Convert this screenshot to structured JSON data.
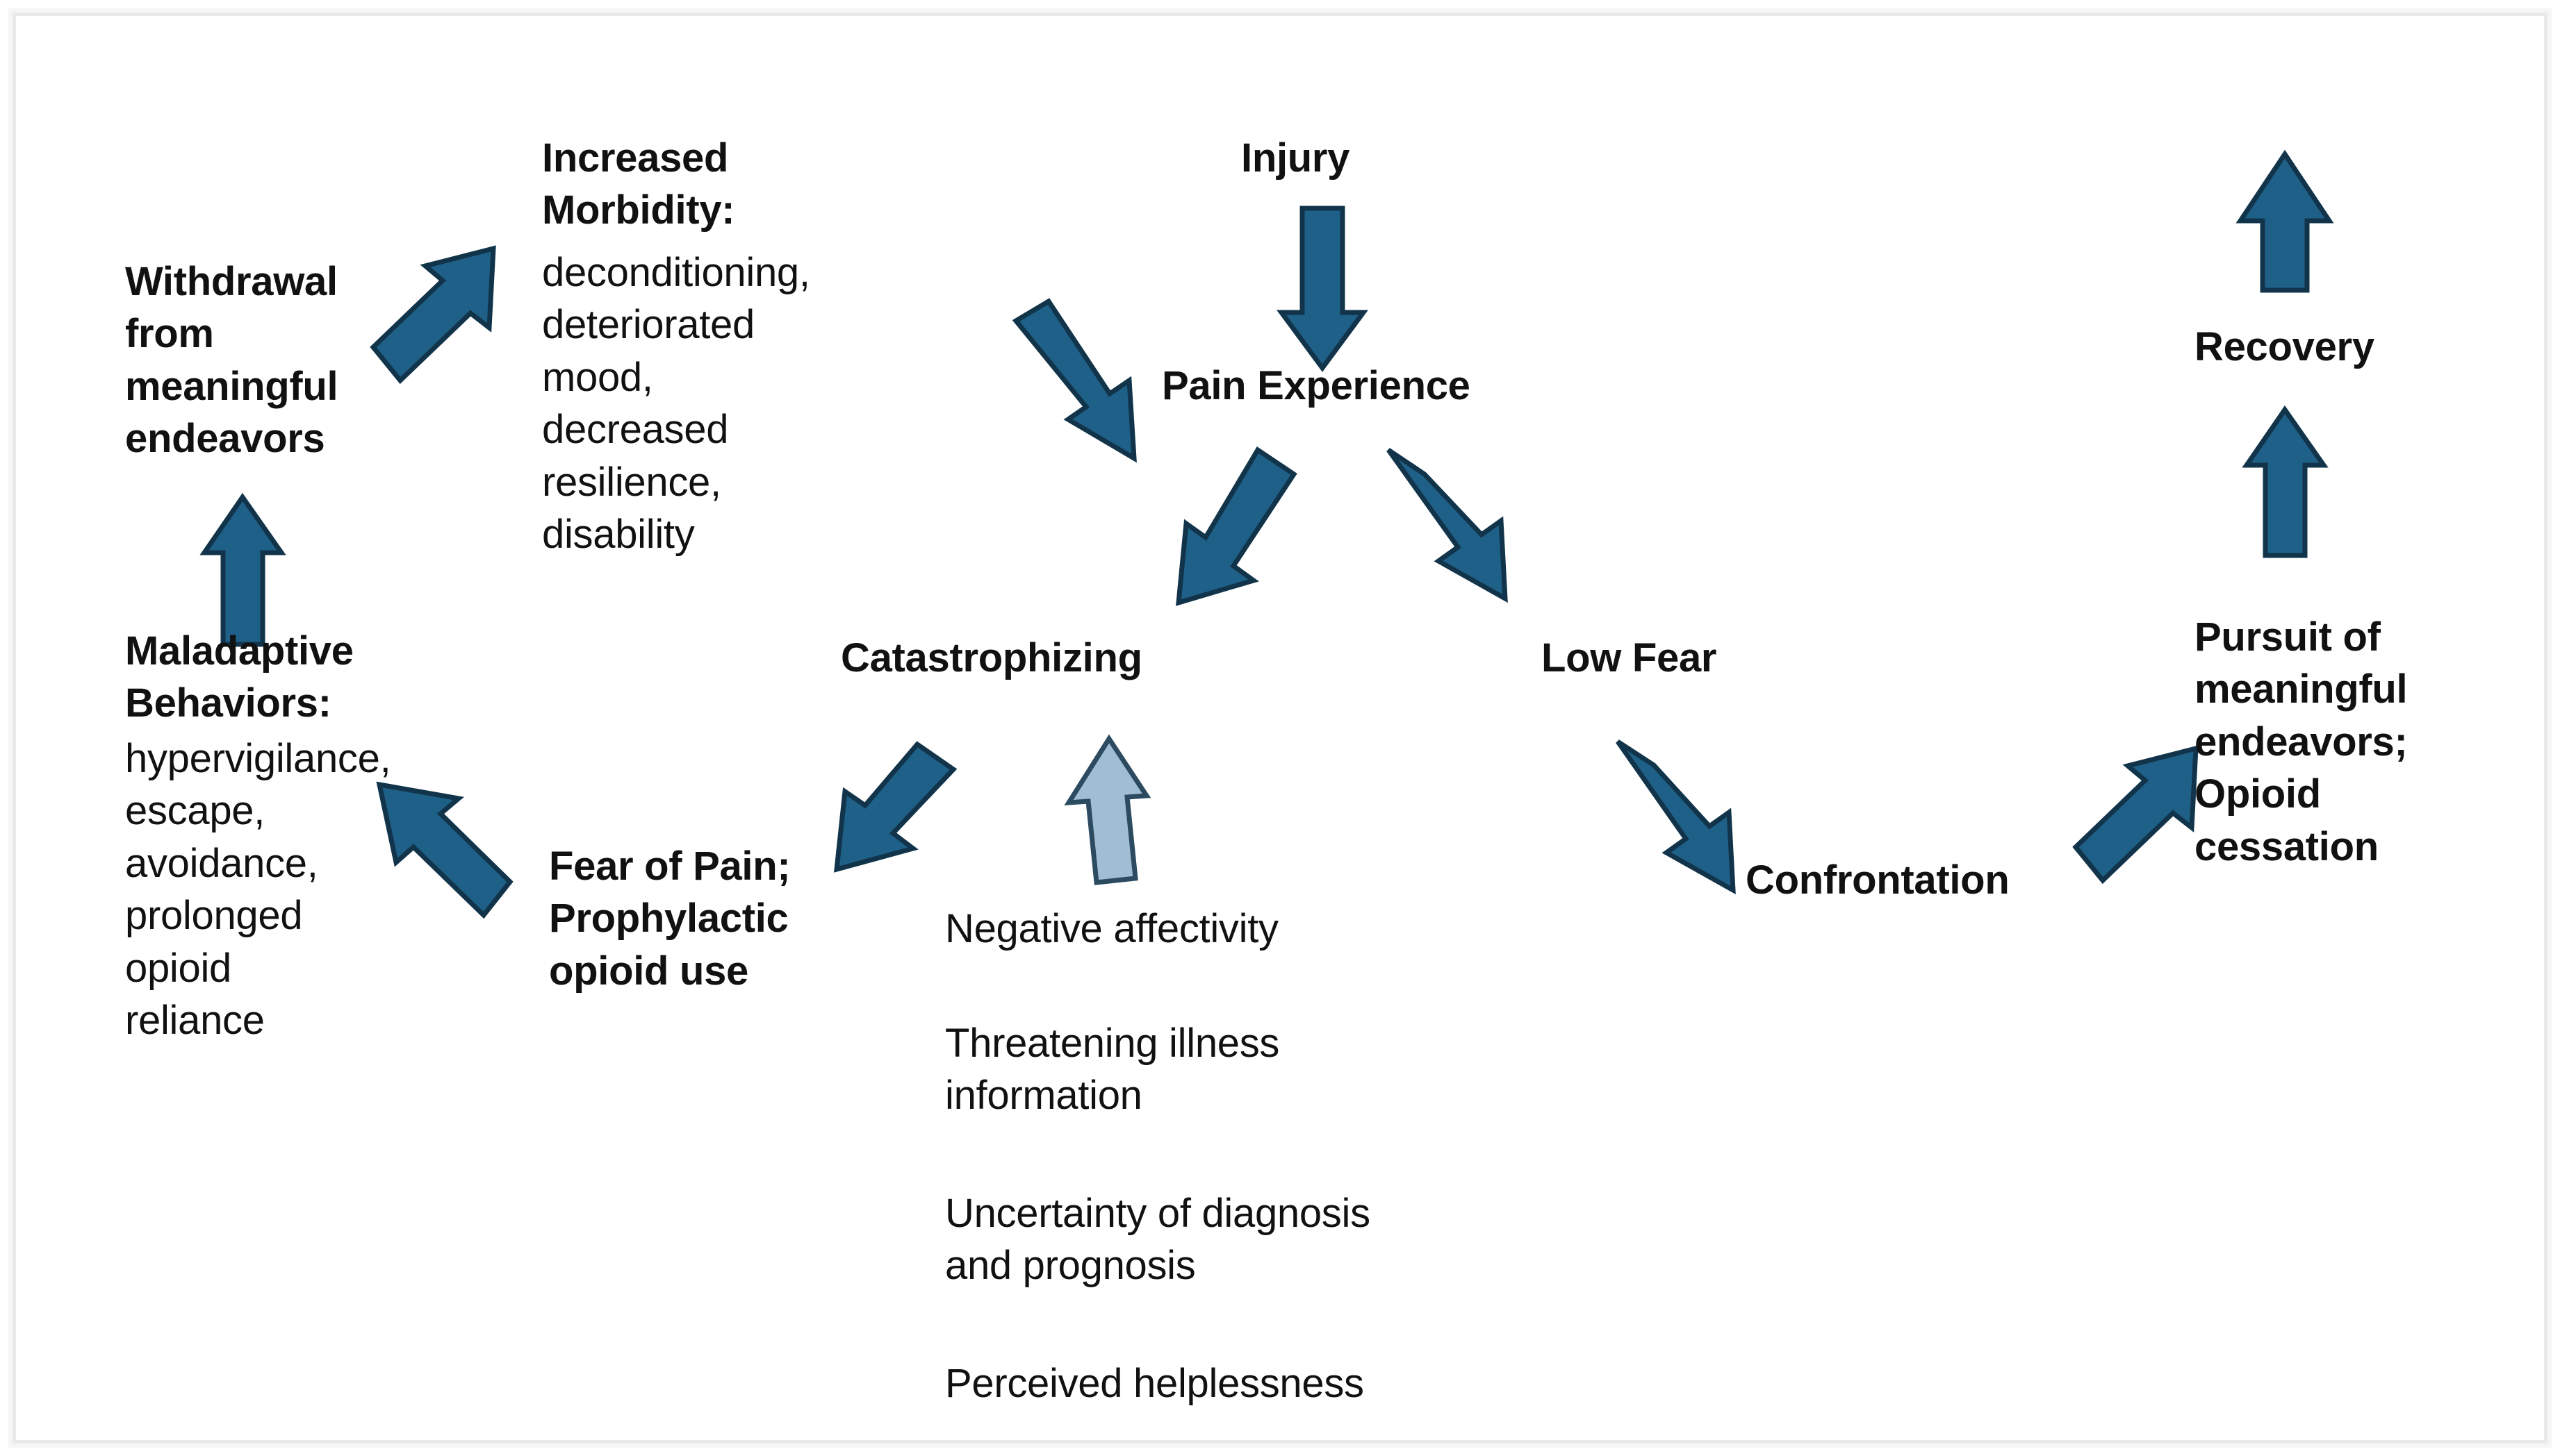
{
  "figure": {
    "title": "Fear-avoidance and recovery model of pain",
    "border_color": "#e9e9e9",
    "background": "#ffffff",
    "text_color": "#111111"
  },
  "colors": {
    "arrow_primary": "#1f6088",
    "arrow_primary_outline": "#11344a",
    "arrow_secondary": "#9fbdd3",
    "arrow_secondary_outline": "#2c4a60"
  },
  "nodes": {
    "injury": {
      "label": "Injury",
      "style": "bold"
    },
    "pain_experience": {
      "label": "Pain  Experience",
      "style": "bold"
    },
    "catastrophizing": {
      "label": "Catastrophizing",
      "style": "bold"
    },
    "low_fear": {
      "label": "Low Fear",
      "style": "bold"
    },
    "recovery": {
      "label": "Recovery",
      "style": "bold"
    },
    "confrontation": {
      "label": "Confrontation",
      "style": "bold"
    },
    "fear_of_pain": {
      "label": "Fear of Pain;\nProphylactic\nopioid use",
      "style": "bold"
    },
    "withdrawal": {
      "label": "Withdrawal\nfrom\nmeaningful\nendeavors",
      "style": "bold"
    },
    "increased_morbidity_heading": {
      "label": "Increased\nMorbidity:",
      "style": "bold"
    },
    "increased_morbidity_items": {
      "label": "deconditioning,\ndeteriorated\nmood,\ndecreased\nresilience,\ndisability",
      "style": "regular"
    },
    "maladaptive_heading": {
      "label": "Maladaptive\nBehaviors:",
      "style": "bold"
    },
    "maladaptive_items": {
      "label": "hypervigilance,\nescape,\navoidance,\nprolonged\nopioid\nreliance",
      "style": "regular"
    },
    "pursuit": {
      "label": "Pursuit of\nmeaningful\nendeavors;\nOpioid\ncessation",
      "style": "bold"
    }
  },
  "contributors": [
    {
      "label": "Negative affectivity"
    },
    {
      "label": "Threatening illness\ninformation"
    },
    {
      "label": "Uncertainty of diagnosis\nand prognosis"
    },
    {
      "label": "Perceived helplessness"
    }
  ],
  "arrows": [
    {
      "name": "injury-to-pain-arrow",
      "kind": "down",
      "color": "primary"
    },
    {
      "name": "morbidity-to-pain-arrow",
      "kind": "down-right-diagonal",
      "color": "primary"
    },
    {
      "name": "pain-to-catastrophizing-arrow",
      "kind": "down-left-diagonal",
      "color": "primary"
    },
    {
      "name": "pain-to-low-fear-arrow",
      "kind": "down-right-diagonal",
      "color": "primary"
    },
    {
      "name": "catastrophizing-to-fear-of-pain-arrow",
      "kind": "down-left-diagonal",
      "color": "primary"
    },
    {
      "name": "contributors-to-catastrophizing-arrow",
      "kind": "up",
      "color": "secondary"
    },
    {
      "name": "fear-of-pain-to-maladaptive-arrow",
      "kind": "up-left-diagonal",
      "color": "primary"
    },
    {
      "name": "maladaptive-to-withdrawal-arrow",
      "kind": "up",
      "color": "primary"
    },
    {
      "name": "withdrawal-to-morbidity-arrow",
      "kind": "up-right-diagonal",
      "color": "primary"
    },
    {
      "name": "low-fear-to-confrontation-arrow",
      "kind": "down-right-diagonal",
      "color": "primary"
    },
    {
      "name": "confrontation-to-pursuit-arrow",
      "kind": "up-right-diagonal",
      "color": "primary"
    },
    {
      "name": "pursuit-to-recovery-arrow",
      "kind": "up",
      "color": "primary"
    },
    {
      "name": "recovery-up-arrow",
      "kind": "up",
      "color": "primary"
    }
  ]
}
